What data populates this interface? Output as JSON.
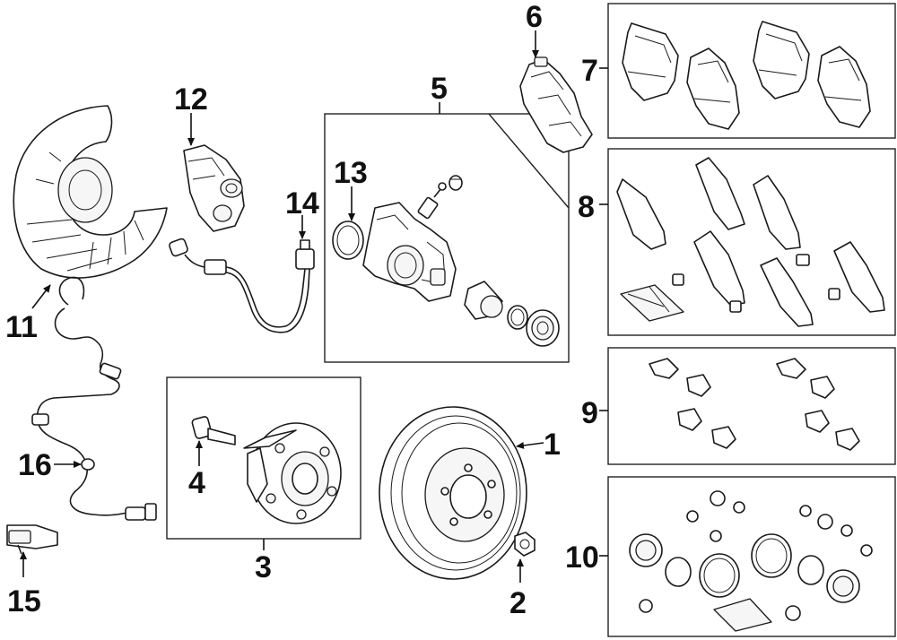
{
  "diagram": {
    "callouts": [
      {
        "id": "1",
        "text": "1"
      },
      {
        "id": "2",
        "text": "2"
      },
      {
        "id": "3",
        "text": "3"
      },
      {
        "id": "4",
        "text": "4"
      },
      {
        "id": "5",
        "text": "5"
      },
      {
        "id": "6",
        "text": "6"
      },
      {
        "id": "7",
        "text": "7"
      },
      {
        "id": "8",
        "text": "8"
      },
      {
        "id": "9",
        "text": "9"
      },
      {
        "id": "10",
        "text": "10"
      },
      {
        "id": "11",
        "text": "11"
      },
      {
        "id": "12",
        "text": "12"
      },
      {
        "id": "13",
        "text": "13"
      },
      {
        "id": "14",
        "text": "14"
      },
      {
        "id": "15",
        "text": "15"
      },
      {
        "id": "16",
        "text": "16"
      }
    ]
  },
  "colors": {
    "line": "#1a1a1a",
    "background": "#ffffff"
  }
}
